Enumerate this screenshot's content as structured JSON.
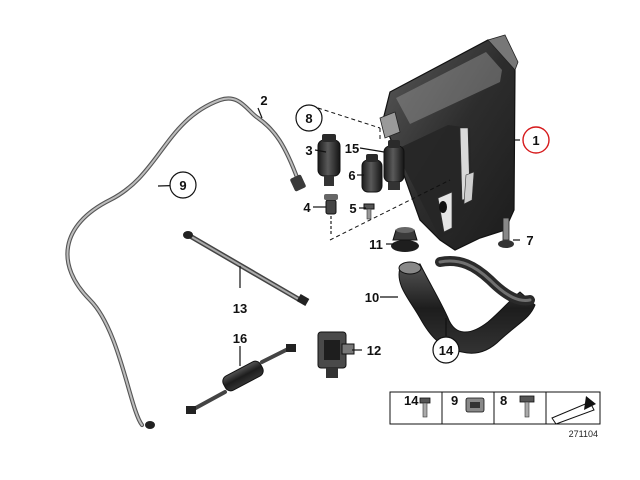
{
  "callouts": {
    "c1": "1",
    "c2": "2",
    "c3": "3",
    "c4": "4",
    "c5": "5",
    "c6": "6",
    "c7": "7",
    "c8": "8",
    "c9": "9",
    "c10": "10",
    "c11": "11",
    "c12": "12",
    "c13": "13",
    "c14": "14",
    "c15": "15",
    "c16": "16"
  },
  "legend": {
    "items": [
      {
        "label": "14",
        "icon": "screw-icon"
      },
      {
        "label": "9",
        "icon": "clip-icon"
      },
      {
        "label": "8",
        "icon": "bolt-icon"
      }
    ],
    "arrow_icon": "direction-arrow-icon"
  },
  "diagram_code": "271104",
  "colors": {
    "highlight": "#d6191b",
    "part_dark": "#2b2b2b",
    "part_mid": "#6e6e6e",
    "part_light": "#bdbdbd"
  }
}
